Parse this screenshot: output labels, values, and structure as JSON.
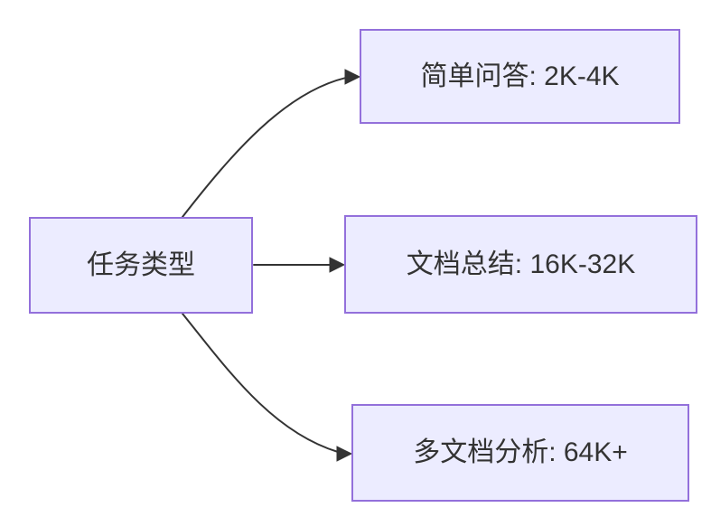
{
  "diagram": {
    "type": "flowchart-left-to-right",
    "nodes": {
      "root": {
        "label": "任务类型"
      },
      "simple_qa": {
        "label": "简单问答: 2K-4K"
      },
      "doc_summary": {
        "label": "文档总结: 16K-32K"
      },
      "multi_doc": {
        "label": "多文档分析: 64K+"
      }
    },
    "edges": [
      {
        "from": "root",
        "to": "simple_qa"
      },
      {
        "from": "root",
        "to": "doc_summary"
      },
      {
        "from": "root",
        "to": "multi_doc"
      }
    ]
  },
  "style": {
    "node_fill": "#ECECFF",
    "node_border": "#9370DB",
    "edge_color": "#333333",
    "text_color": "#333333",
    "background": "#ffffff"
  }
}
